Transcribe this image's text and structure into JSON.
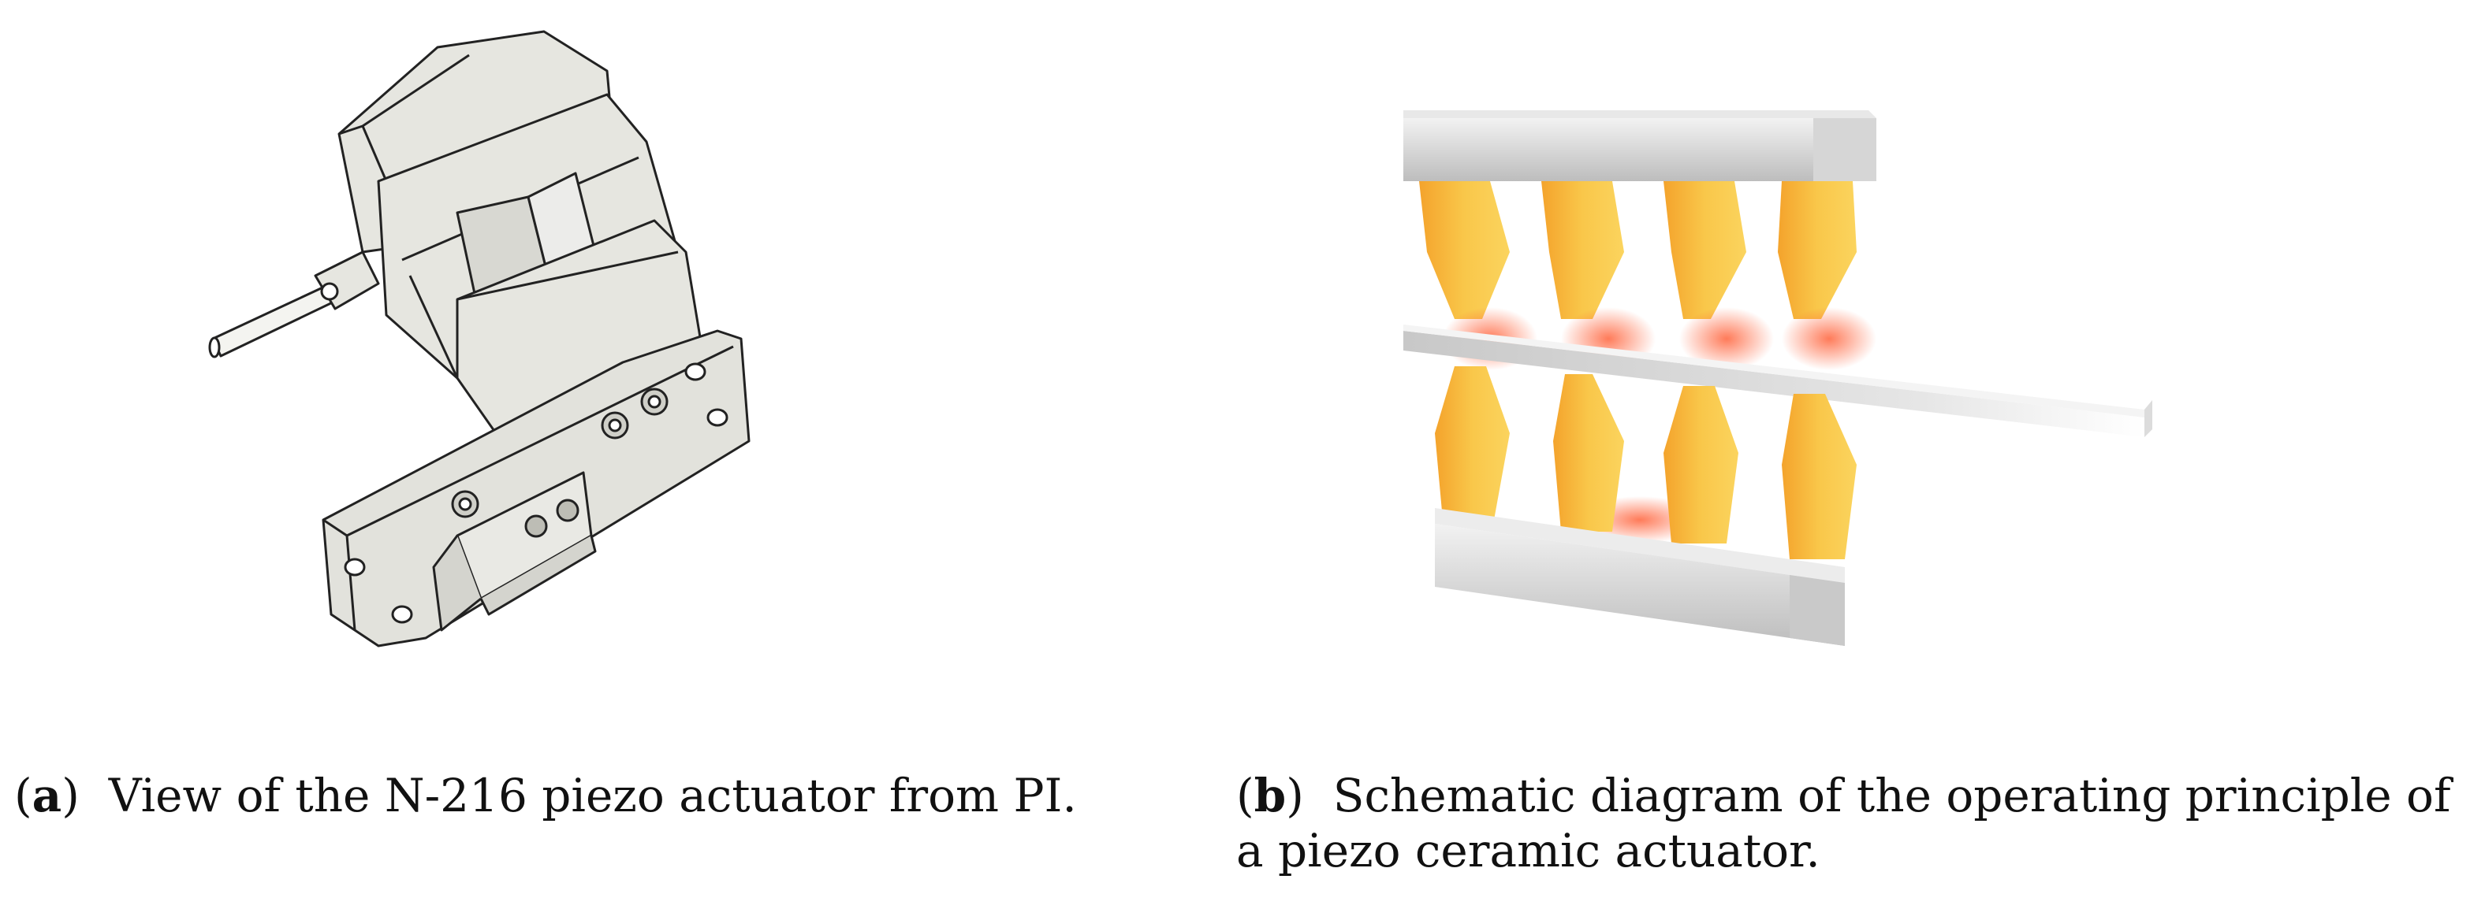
{
  "figure": {
    "subfigures": [
      {
        "id": "a",
        "label": "a",
        "caption": "View of the N-216 piezo actuator from PI.",
        "image": "piezo-actuator-line-drawing"
      },
      {
        "id": "b",
        "label": "b",
        "caption": "Schematic diagram of the operating principle of a piezo ceramic actuator.",
        "image": "piezo-walking-legs-schematic"
      }
    ]
  },
  "colors": {
    "body_fill": "#e6e6e0",
    "outline": "#222222",
    "leg_yellow": "#f9c74a",
    "leg_orange": "#f4a32c",
    "glow": "#ff6a3a",
    "metal": "#cfcfcf"
  }
}
